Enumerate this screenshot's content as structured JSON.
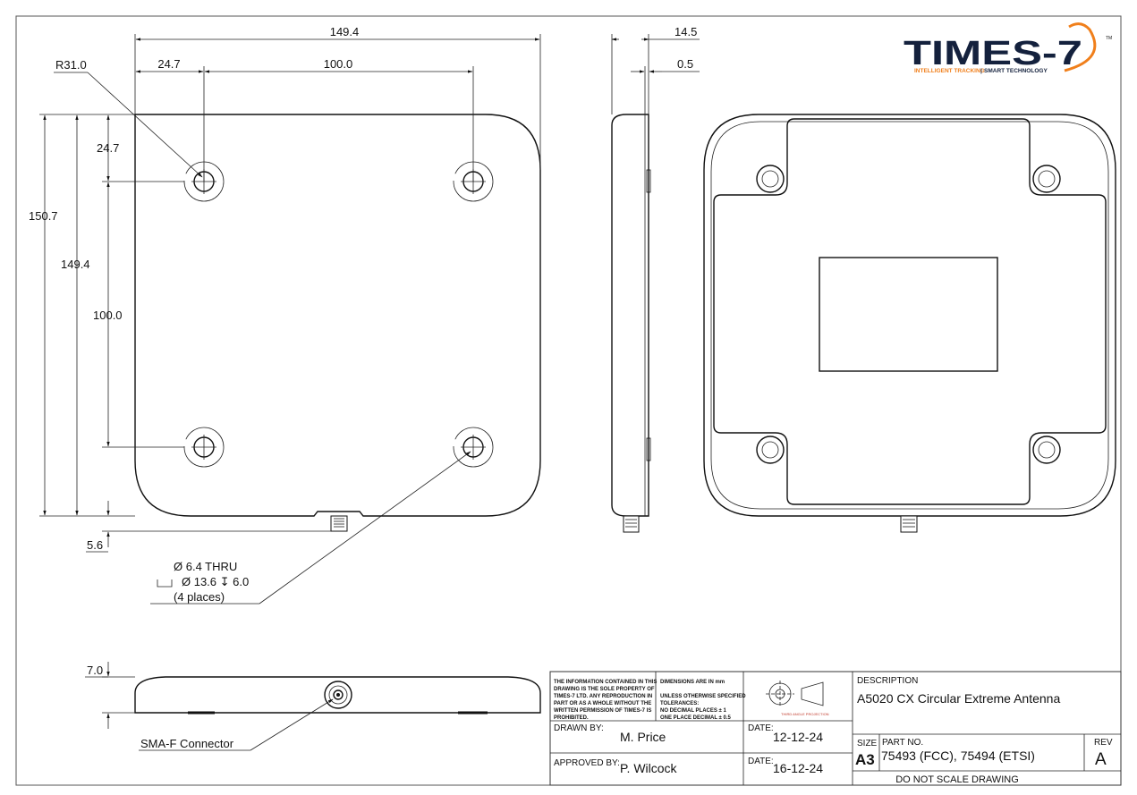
{
  "logo": {
    "name": "TIMES-7",
    "tm": "TM",
    "tagline_1": "INTELLIGENT TRACKING",
    "tagline_sep": "|",
    "tagline_2": "SMART TECHNOLOGY",
    "colors": {
      "navy": "#14213d",
      "orange": "#f07f1b"
    }
  },
  "front_view": {
    "dims": {
      "width_total": "149.4",
      "offset_x": "24.7",
      "hole_spacing_x": "100.0",
      "radius": "R31.0",
      "height_total": "150.7",
      "height_body": "149.4",
      "offset_y": "24.7",
      "hole_spacing_y": "100.0",
      "connector_offset": "5.6"
    },
    "hole_callout": {
      "line1": "Ø 6.4 THRU",
      "line2": "Ø 13.6 ↧ 6.0",
      "line3": "(4 places)"
    }
  },
  "side_view": {
    "dims": {
      "depth": "14.5",
      "step": "0.5"
    }
  },
  "bottom_view": {
    "dims": {
      "thickness": "7.0"
    },
    "connector_label": "SMA-F Connector"
  },
  "title_block": {
    "proprietary_note": [
      "THE INFORMATION CONTAINED IN THIS",
      "DRAWING IS THE SOLE PROPERTY OF",
      "TIMES-7 LTD. ANY REPRODUCTION IN",
      "PART OR AS A WHOLE WITHOUT THE",
      "WRITTEN PERMISSION OF TIMES-7 IS",
      "PROHIBITED."
    ],
    "dimension_note": [
      "DIMENSIONS ARE IN mm",
      "",
      "UNLESS OTHERWISE SPECIFIED",
      "TOLERANCES:",
      "NO DECIMAL PLACES ± 1",
      "ONE PLACE DECIMAL ± 0.5"
    ],
    "projection_label": "THIRD ANGLE PROJECTION",
    "description_label": "DESCRIPTION",
    "description": "A5020 CX Circular Extreme Antenna",
    "drawn_by_label": "DRAWN BY:",
    "drawn_by": "M. Price",
    "date_label": "DATE:",
    "drawn_date": "12-12-24",
    "approved_by_label": "APPROVED BY:",
    "approved_by": "P. Wilcock",
    "approved_date": "16-12-24",
    "size_label": "SIZE",
    "size": "A3",
    "part_no_label": "PART NO.",
    "part_no": "75493 (FCC), 75494 (ETSI)",
    "rev_label": "REV",
    "rev": "A",
    "footer": "DO NOT SCALE DRAWING"
  }
}
